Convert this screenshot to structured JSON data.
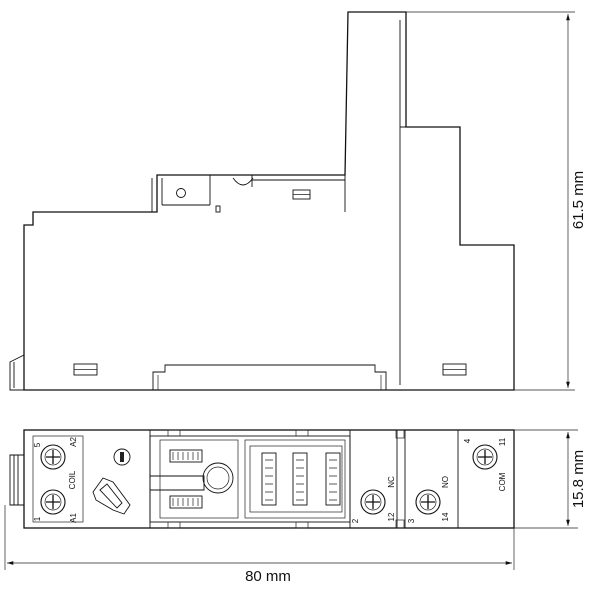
{
  "dimensions": {
    "height": "61.5 mm",
    "width": "80 mm",
    "depth": "15.8 mm"
  },
  "terminals": {
    "t5": "5",
    "a2": "A2",
    "coil": "COIL",
    "t1": "1",
    "a1": "A1",
    "nc": "NC",
    "t2": "2",
    "t12": "12",
    "t3": "3",
    "no": "NO",
    "t14": "14",
    "t4": "4",
    "t11": "11",
    "com": "COM"
  }
}
